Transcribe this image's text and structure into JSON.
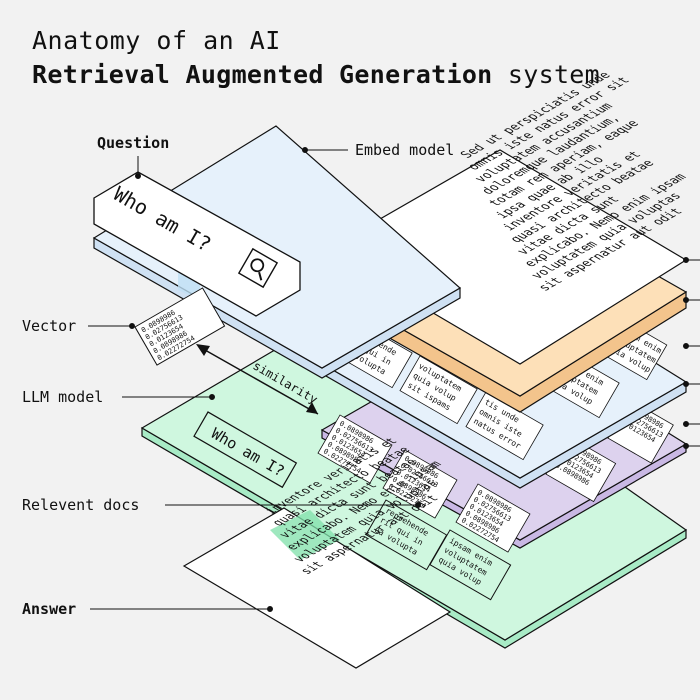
{
  "title": {
    "line1": "Anatomy of an AI",
    "line2_bold": "Retrieval Augmented Generation",
    "line2_rest": " system"
  },
  "labels": {
    "question": "Question",
    "embed_model": "Embed model",
    "vector": "Vector",
    "llm_model": "LLM model",
    "similarity": "similarity",
    "relevent_docs": "Relevent docs",
    "answer": "Answer"
  },
  "query": "Who am I?",
  "llm_query": "Who am I?",
  "vector_values": [
    "0.0898986",
    "0.02756613",
    "0.0123654",
    "0.0898986",
    "0.02272754"
  ],
  "lorem_lines": [
    "Sed ut perspiciatis unde",
    "omnis iste natus error sit",
    "voluptatem accusantium",
    "doloremque laudantium,",
    "totam rem aperiam, eaque",
    "ipsa quae ab illo",
    "inventore veritatis et",
    "quasi architecto beatae",
    "vitae dicta sunt",
    "explicabo. Nemo enim ipsam",
    "voluptatem quia voluptas",
    "sit aspernatur aut odit"
  ],
  "answer_lines": [
    "inventore veritatis et",
    "quasi architecto beatae",
    "vitae dicta sunt beatae",
    "explicabo. Nemo enim ipsam",
    "voluptatem quia voluptas",
    "sit aspernatur aut odit"
  ],
  "doc_snippets": [
    [
      "reprehende",
      "rit qui in",
      "ea volupta"
    ],
    [
      "voluptatem",
      "quia volup",
      "sit ispams"
    ],
    [
      "tis unde",
      "omnis iste",
      "natus error"
    ],
    [
      "ipsam enim",
      "voluptatem",
      "quia volup"
    ]
  ],
  "colors": {
    "background": "#f2f2f2",
    "blue_layer": "#e6f1fb",
    "blue_edge": "#cfe1f3",
    "orange_layer": "#fde0b8",
    "orange_edge": "#f3c48c",
    "purple_layer": "#ddd2ee",
    "green_layer": "#cff7df",
    "green_edge": "#a8ebc6",
    "highlight": "#7fe0aa"
  }
}
